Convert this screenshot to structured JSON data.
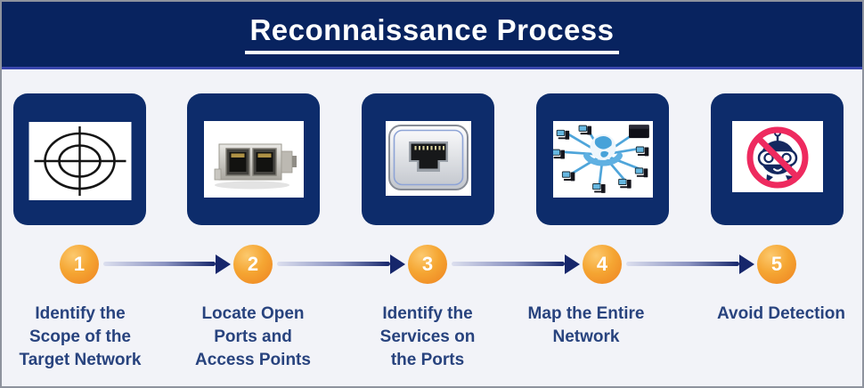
{
  "title": "Reconnaissance Process",
  "steps": [
    {
      "number": "1",
      "icon": "crosshair-target-icon",
      "label": "Identify the\nScope of the\nTarget Network"
    },
    {
      "number": "2",
      "icon": "network-card-ports-icon",
      "label": "Locate Open\nPorts and\nAccess Points"
    },
    {
      "number": "3",
      "icon": "ethernet-port-icon",
      "label": "Identify the\nServices on\nthe Ports"
    },
    {
      "number": "4",
      "icon": "network-map-icon",
      "label": "Map the Entire\nNetwork"
    },
    {
      "number": "5",
      "icon": "no-robot-icon",
      "label": "Avoid Detection"
    }
  ],
  "colors": {
    "banner_background": "#08235f",
    "banner_accent_line": "#3946ae",
    "tile_background": "#0d2c6b",
    "step_badge_orange": "#f29a2a",
    "arrow_navy": "#16266b",
    "label_text": "#28437e",
    "page_background": "#f2f3f8",
    "title_text": "#ffffff",
    "prohibition_pink": "#ee2a5f"
  }
}
